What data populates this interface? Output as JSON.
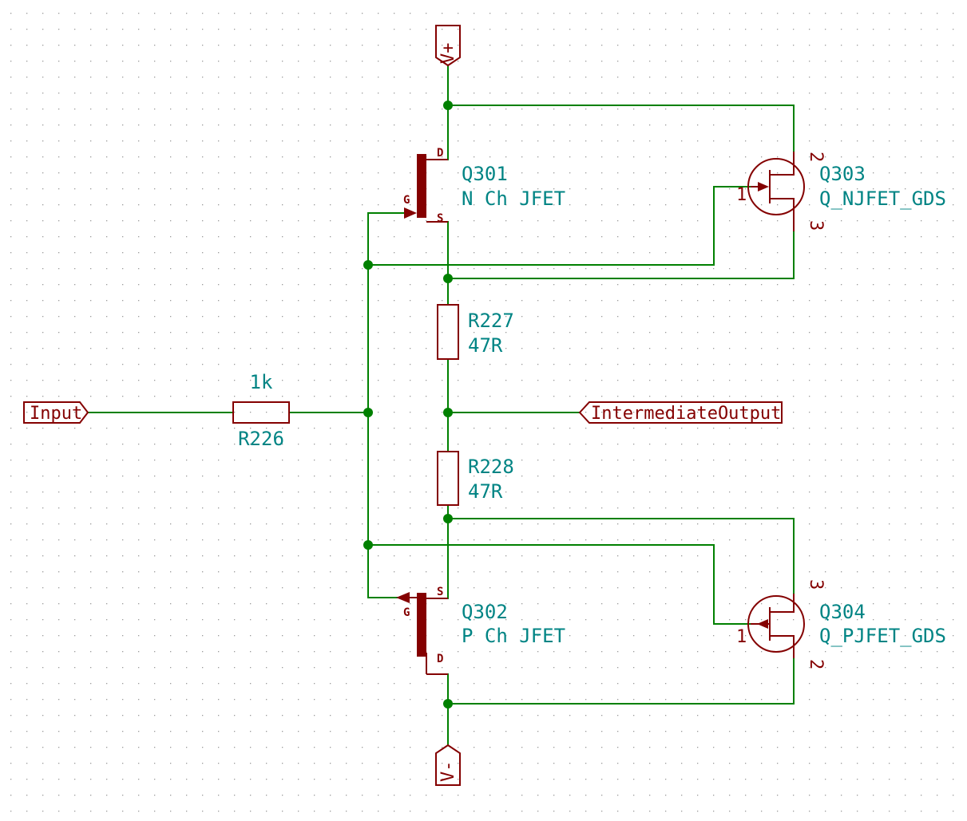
{
  "colors": {
    "wire": "#008000",
    "component": "#840000",
    "label": "#008484",
    "background": "#ffffff"
  },
  "power": {
    "vplus": "V+",
    "vminus": "V-"
  },
  "ports": {
    "input": "Input",
    "output": "IntermediateOutput"
  },
  "components": {
    "Q301": {
      "ref": "Q301",
      "value": "N Ch JFET",
      "pins": {
        "g": "G",
        "d": "D",
        "s": "S"
      }
    },
    "Q302": {
      "ref": "Q302",
      "value": "P Ch JFET",
      "pins": {
        "g": "G",
        "d": "D",
        "s": "S"
      }
    },
    "Q303": {
      "ref": "Q303",
      "value": "Q_NJFET_GDS",
      "pins": {
        "p1": "1",
        "p2": "2",
        "p3": "3"
      }
    },
    "Q304": {
      "ref": "Q304",
      "value": "Q_PJFET_GDS",
      "pins": {
        "p1": "1",
        "p2": "2",
        "p3": "3"
      }
    },
    "R226": {
      "ref": "R226",
      "value": "1k"
    },
    "R227": {
      "ref": "R227",
      "value": "47R"
    },
    "R228": {
      "ref": "R228",
      "value": "47R"
    }
  }
}
